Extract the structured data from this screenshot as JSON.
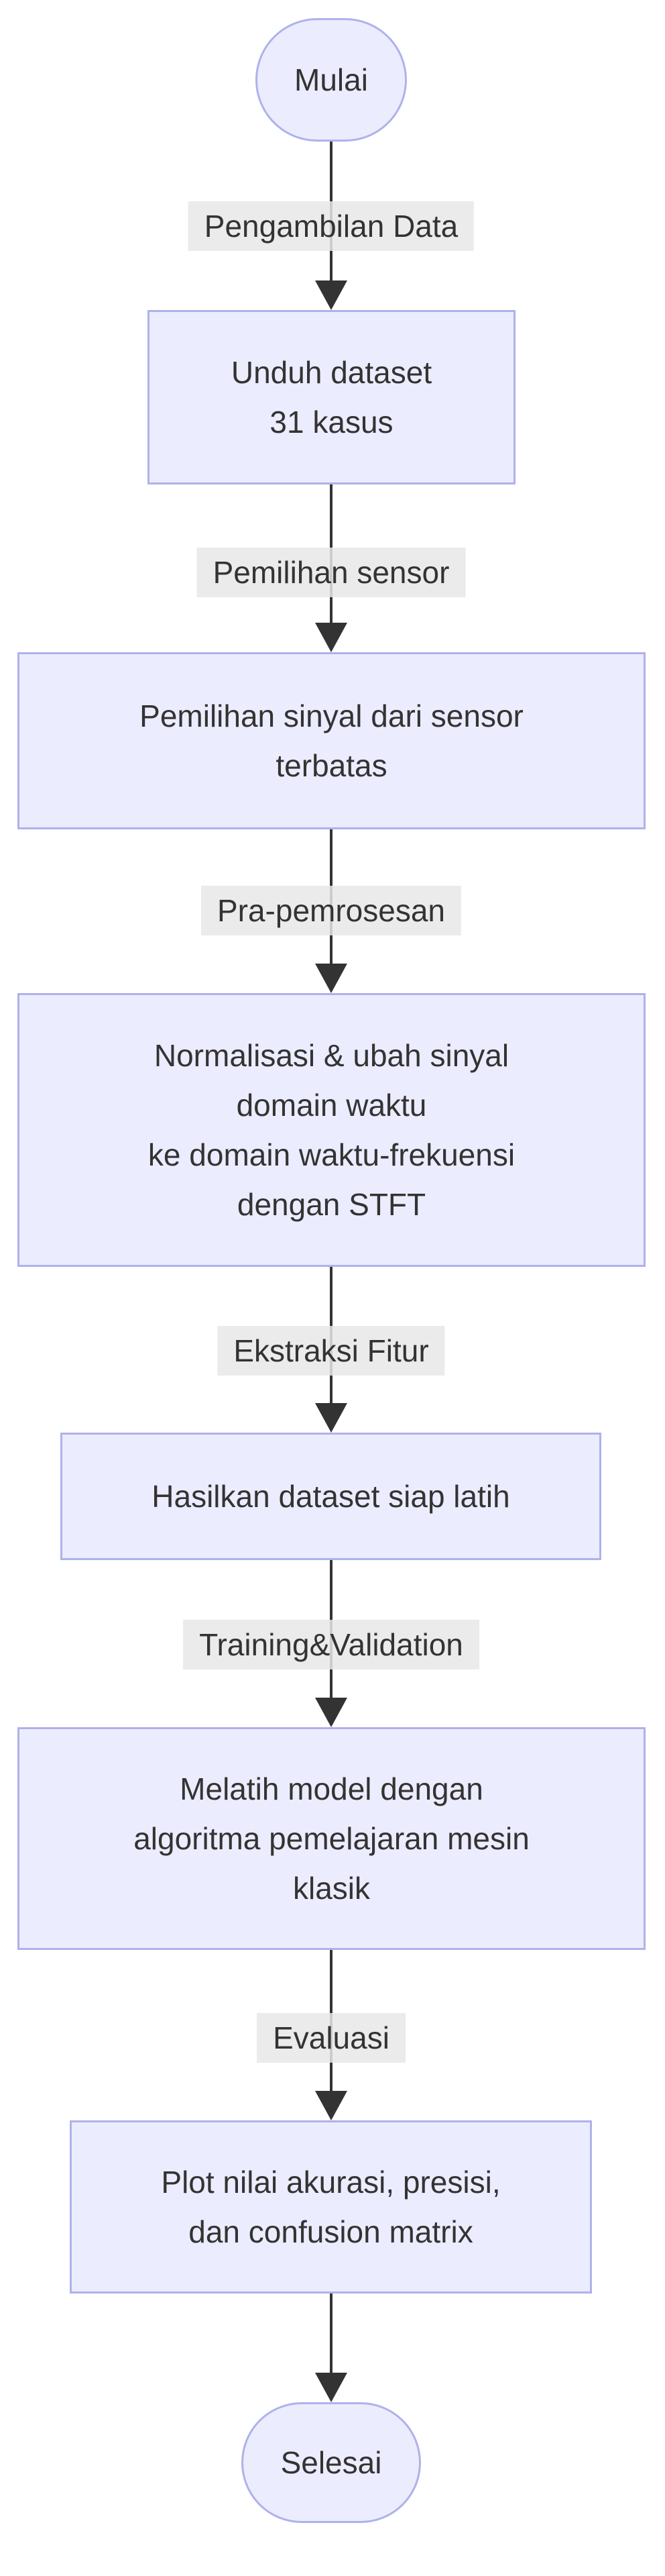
{
  "diagram_type": "flowchart-top-down",
  "nodes": [
    {
      "id": "start",
      "shape": "stadium",
      "label": "Mulai"
    },
    {
      "id": "unduh",
      "shape": "process",
      "label": "Unduh dataset\n31 kasus"
    },
    {
      "id": "pemilihan",
      "shape": "process",
      "label": "Pemilihan sinyal dari sensor\nterbatas"
    },
    {
      "id": "praproses",
      "shape": "process",
      "label": "Normalisasi & ubah sinyal\ndomain waktu\nke domain waktu-frekuensi\ndengan STFT"
    },
    {
      "id": "dataset",
      "shape": "process",
      "label": "Hasilkan dataset siap latih"
    },
    {
      "id": "training",
      "shape": "process",
      "label": "Melatih model dengan\nalgoritma pemelajaran mesin\nklasik"
    },
    {
      "id": "plot",
      "shape": "process",
      "label": "Plot nilai akurasi, presisi,\ndan confusion matrix"
    },
    {
      "id": "end",
      "shape": "stadium",
      "label": "Selesai"
    }
  ],
  "edges": [
    {
      "from": "start",
      "to": "unduh",
      "label": "Pengambilan Data"
    },
    {
      "from": "unduh",
      "to": "pemilihan",
      "label": "Pemilihan sensor"
    },
    {
      "from": "pemilihan",
      "to": "praproses",
      "label": "Pra-pemrosesan"
    },
    {
      "from": "praproses",
      "to": "dataset",
      "label": "Ekstraksi Fitur"
    },
    {
      "from": "dataset",
      "to": "training",
      "label": "Training&Validation"
    },
    {
      "from": "training",
      "to": "plot",
      "label": "Evaluasi"
    },
    {
      "from": "plot",
      "to": "end",
      "label": null
    }
  ],
  "colors": {
    "node_fill": "#ECECFF",
    "node_border": "#AEB2EA",
    "edge_label_background": "#E8E8E8",
    "text": "#333333",
    "arrow": "#333333",
    "background": "#FFFFFF"
  }
}
